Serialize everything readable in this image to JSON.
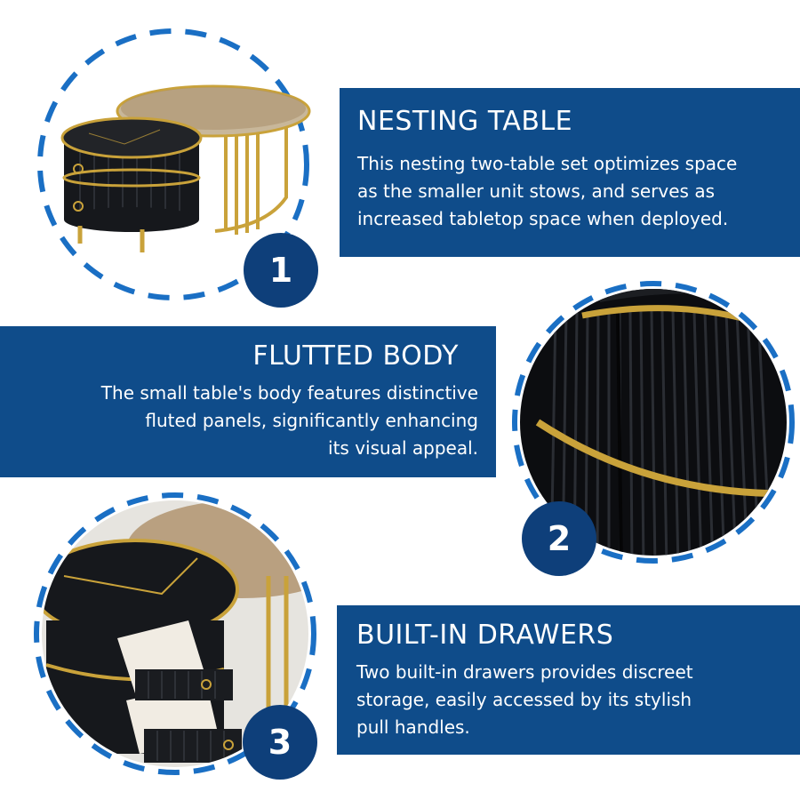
{
  "sections": [
    {
      "number": "1",
      "title": "NESTING TABLE",
      "lines": [
        "This nesting two-table set optimizes space",
        "as the smaller unit stows, and serves as",
        "increased tabletop space when deployed."
      ]
    },
    {
      "number": "2",
      "title": "FLUTTED BODY",
      "lines": [
        "The small table's body features distinctive",
        "fluted panels, significantly enhancing",
        "its visual appeal."
      ]
    },
    {
      "number": "3",
      "title": "BUILT-IN DRAWERS",
      "lines": [
        "Two built-in drawers provides discreet",
        "storage, easily accessed by its stylish",
        "pull handles."
      ]
    }
  ],
  "colors": {
    "panel": "#0f4c8a",
    "badge": "#0e3f7a",
    "dash": "#1a6fc4",
    "gold": "#c9a23a",
    "black": "#16181c",
    "glass": "#b09470"
  }
}
